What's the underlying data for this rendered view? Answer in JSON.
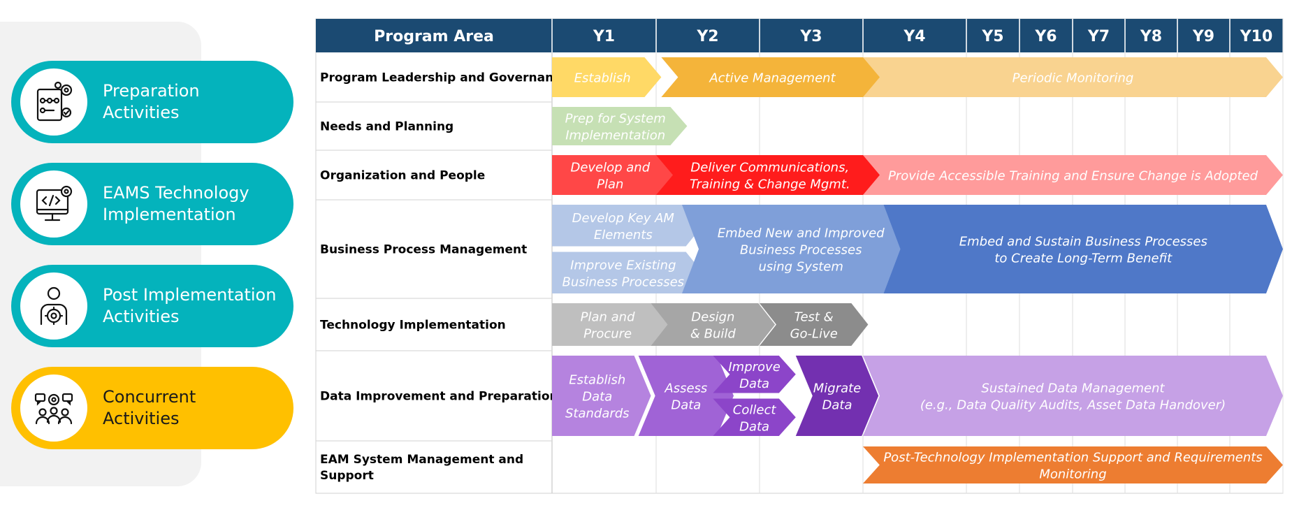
{
  "categories": [
    {
      "line1": "Preparation",
      "line2": "Activities",
      "icon": "preparation-gears-icon",
      "color": "#04b3bc"
    },
    {
      "line1": "EAMS Technology",
      "line2": "Implementation",
      "icon": "code-monitor-icon",
      "color": "#04b3bc"
    },
    {
      "line1": "Post Implementation",
      "line2": "Activities",
      "icon": "person-gear-icon",
      "color": "#04b3bc"
    },
    {
      "line1": "Concurrent",
      "line2": "Activities",
      "icon": "team-collaboration-icon",
      "color": "#ffc000"
    }
  ],
  "table": {
    "header_label": "Program Area",
    "header_color": "#1b4a72",
    "years": [
      "Y1",
      "Y2",
      "Y3",
      "Y4",
      "Y5",
      "Y6",
      "Y7",
      "Y8",
      "Y9",
      "Y10"
    ],
    "rows": [
      {
        "name": [
          "Program Leadership and Governance"
        ]
      },
      {
        "name": [
          "Needs and Planning"
        ]
      },
      {
        "name": [
          "Organization and People"
        ]
      },
      {
        "name": [
          "Business Process Management"
        ]
      },
      {
        "name": [
          "Technology Implementation"
        ]
      },
      {
        "name": [
          "Data Improvement and Preparation"
        ]
      },
      {
        "name": [
          "EAM System Management and",
          "Support"
        ]
      }
    ]
  },
  "phases": [
    {
      "row": 0,
      "start_year": 0,
      "end_year": 1.05,
      "lines": [
        "Establish"
      ],
      "color": "#ffd966"
    },
    {
      "row": 0,
      "start_year": 1.05,
      "end_year": 3.2,
      "lines": [
        "Active Management"
      ],
      "color": "#f4b43a"
    },
    {
      "row": 0,
      "start_year": 3.0,
      "end_year": 10.0,
      "lines": [
        "Periodic Monitoring"
      ],
      "color": "#f9d390"
    },
    {
      "row": 1,
      "start_year": 0,
      "end_year": 1.3,
      "lines": [
        "Prep for System",
        "Implementation"
      ],
      "color": "#c6e0b4"
    },
    {
      "row": 2,
      "start_year": 0,
      "end_year": 1.2,
      "lines": [
        "Develop and",
        "Plan"
      ],
      "color": "#ff4747"
    },
    {
      "row": 2,
      "start_year": 1.0,
      "end_year": 3.2,
      "lines": [
        "Deliver Communications,",
        "Training & Change Mgmt."
      ],
      "color": "#ff1c1c"
    },
    {
      "row": 2,
      "start_year": 3.0,
      "end_year": 10.0,
      "lines": [
        "Provide Accessible Training and Ensure Change is Adopted"
      ],
      "color": "#ff9b9b"
    },
    {
      "row": 3,
      "sub": "top",
      "start_year": 0,
      "end_year": 1.45,
      "lines": [
        "Develop Key AM",
        "Elements"
      ],
      "color": "#b4c7e7"
    },
    {
      "row": 3,
      "sub": "bottom",
      "start_year": 0,
      "end_year": 1.45,
      "lines": [
        "Improve Existing",
        "Business Processes"
      ],
      "color": "#b4c7e7"
    },
    {
      "row": 3,
      "start_year": 1.25,
      "end_year": 3.55,
      "lines": [
        "Embed New and Improved",
        "Business Processes",
        "using System"
      ],
      "color": "#7f9fd9"
    },
    {
      "row": 3,
      "start_year": 3.2,
      "end_year": 10.0,
      "lines": [
        "Embed and Sustain Business Processes",
        "to Create Long-Term Benefit"
      ],
      "color": "#4f78c8"
    },
    {
      "row": 4,
      "start_year": 0,
      "end_year": 1.15,
      "lines": [
        "Plan and",
        "Procure"
      ],
      "color": "#bfbfbf"
    },
    {
      "row": 4,
      "start_year": 0.95,
      "end_year": 2.15,
      "lines": [
        "Design",
        "& Build"
      ],
      "color": "#a6a6a6"
    },
    {
      "row": 4,
      "start_year": 2.0,
      "end_year": 3.05,
      "lines": [
        "Test &",
        "Go-Live"
      ],
      "color": "#8c8c8c"
    },
    {
      "row": 5,
      "start_year": 0,
      "end_year": 0.95,
      "lines": [
        "Establish",
        "Data",
        "Standards"
      ],
      "color": "#b583df"
    },
    {
      "row": 5,
      "start_year": 0.83,
      "end_year": 1.75,
      "lines": [
        "Assess",
        "Data"
      ],
      "color": "#a063d6"
    },
    {
      "row": 5,
      "sub": "top",
      "start_year": 1.55,
      "end_year": 2.35,
      "lines": [
        "Improve",
        "Data"
      ],
      "color": "#8c45c9"
    },
    {
      "row": 5,
      "sub": "bottom",
      "start_year": 1.55,
      "end_year": 2.35,
      "lines": [
        "Collect",
        "Data"
      ],
      "color": "#8c45c9"
    },
    {
      "row": 5,
      "start_year": 2.35,
      "end_year": 3.15,
      "lines": [
        "Migrate",
        "Data"
      ],
      "color": "#7330b0"
    },
    {
      "row": 5,
      "start_year": 3.0,
      "end_year": 10.0,
      "lines": [
        "Sustained Data Management",
        "(e.g., Data Quality Audits, Asset Data Handover)"
      ],
      "color": "#c6a1e6"
    },
    {
      "row": 6,
      "start_year": 3.0,
      "end_year": 10.0,
      "lines": [
        "Post-Technology Implementation Support and Requirements",
        "Monitoring"
      ],
      "color": "#ed7d31"
    }
  ]
}
